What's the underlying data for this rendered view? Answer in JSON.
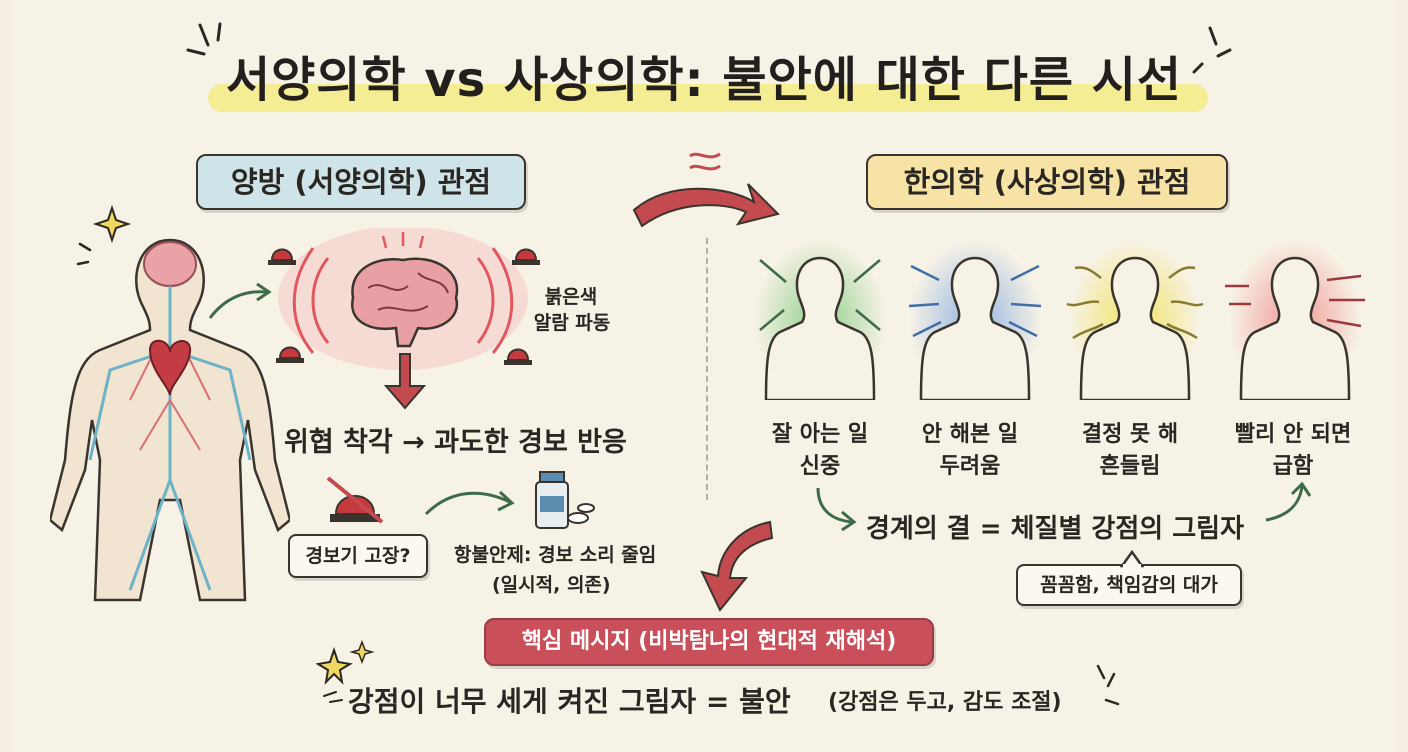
{
  "title": "서양의학 vs 사상의학: 불안에 대한 다른 시선",
  "western": {
    "header": "양방 (서양의학) 관점",
    "alarm_label_1": "붉은색",
    "alarm_label_2": "알람 파동",
    "threat_text": "위협 착각 → 과도한 경보 반응",
    "broken_alarm": "경보기 고장?",
    "medicine_line1": "항불안제: 경보 소리 줄임",
    "medicine_line2": "(일시적, 의존)"
  },
  "eastern": {
    "header": "한의학 (사상의학) 관점",
    "figures": [
      {
        "line1": "잘 아는 일",
        "line2": "신중",
        "color": "#6cc36a"
      },
      {
        "line1": "안 해본 일",
        "line2": "두려움",
        "color": "#6f9fe0"
      },
      {
        "line1": "결정 못 해",
        "line2": "흔들림",
        "color": "#f0e04a"
      },
      {
        "line1": "빨리 안 되면",
        "line2": "급함",
        "color": "#ee7a7a"
      }
    ],
    "summary": "경계의 결 = 체질별 강점의 그림자",
    "note": "꼼꼼함, 책임감의 대가"
  },
  "core": {
    "label": "핵심 메시지 (비박탐나의 현대적 재해석)",
    "message_main": "강점이 너무 세게 켜진 그림자 = 불안",
    "message_sub": "(강점은 두고, 감도 조절)"
  },
  "colors": {
    "western_pill": "#cfe4e8",
    "eastern_pill": "#f7e3a6",
    "core_pill": "#c9505a",
    "arrow_red": "#c34a4f",
    "arrow_green": "#3d6b49",
    "highlight": "#f3ec8a"
  }
}
